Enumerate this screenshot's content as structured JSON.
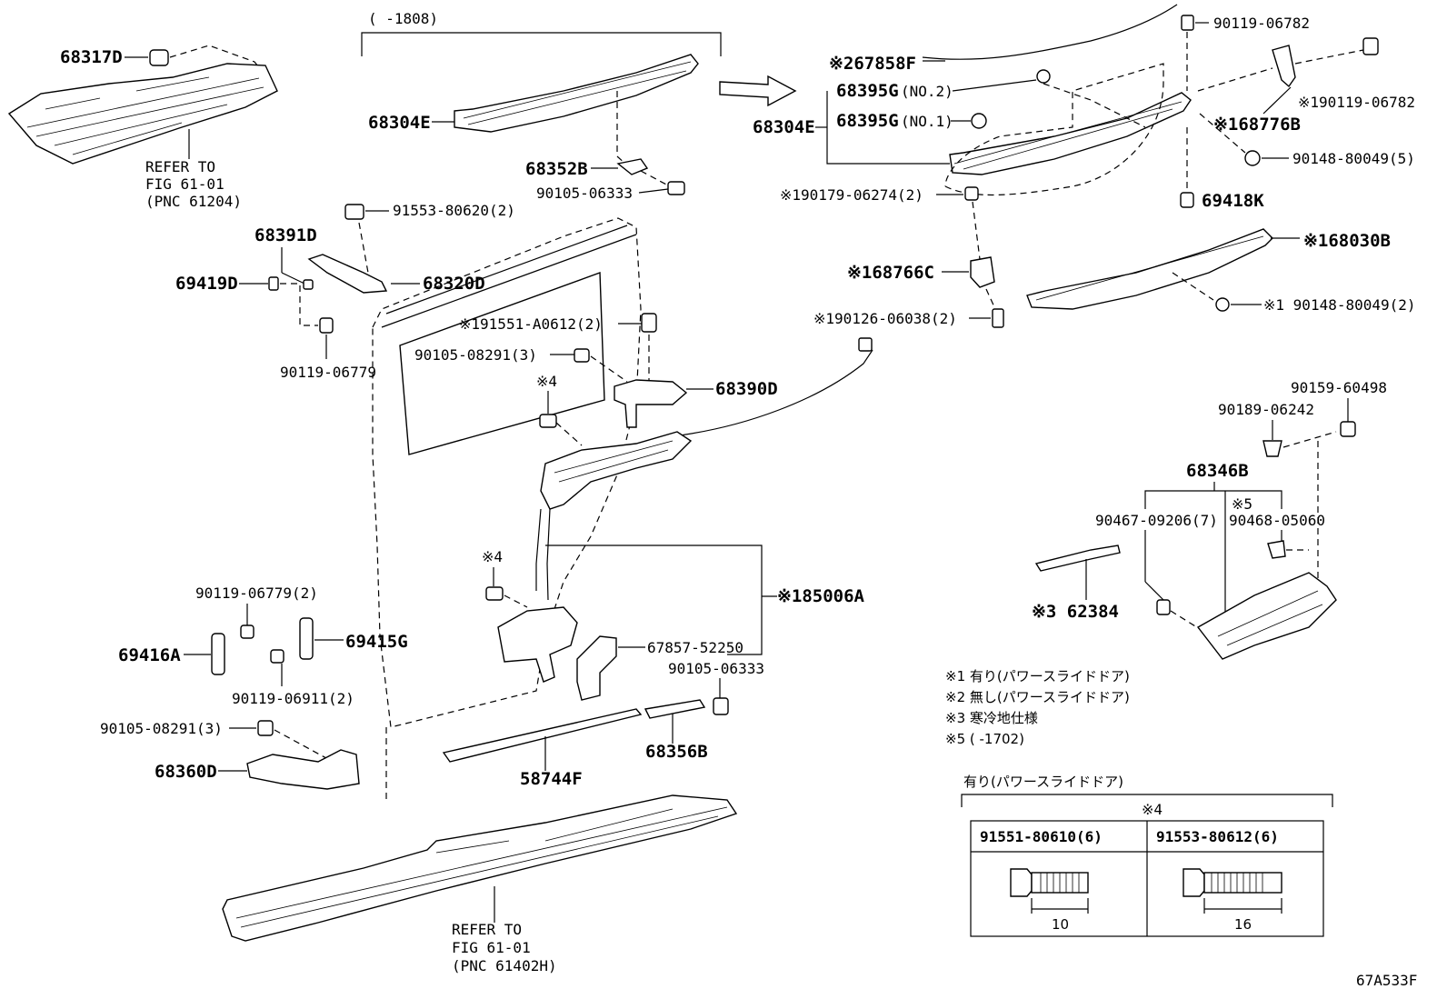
{
  "diagram_code": "67A533F",
  "date_range_top": "(      -1808)",
  "labels": {
    "p68317D": "68317D",
    "ref1_l1": "REFER TO",
    "ref1_l2": "FIG 61-01",
    "ref1_l3": "(PNC 61204)",
    "p68304E_a": "68304E",
    "p68352B": "68352B",
    "p90105_06333_a": "90105-06333",
    "p68391D": "68391D",
    "p91553_80620": "91553-80620(2)",
    "p69419D": "69419D",
    "p68320D": "68320D",
    "p90119_06779": "90119-06779",
    "p91551_A0612": "※191551-A0612(2)",
    "p90105_08291_a": "90105-08291(3)",
    "p68390D": "68390D",
    "mark4_a": "※4",
    "mark4_b": "※4",
    "p85006A": "※185006A",
    "p90119_06779_2": "90119-06779(2)",
    "p69416A": "69416A",
    "p69415G": "69415G",
    "p90119_06911": "90119-06911(2)",
    "p67857_52250": "67857-52250",
    "p90105_06333_b": "90105-06333",
    "p90105_08291_b": "90105-08291(3)",
    "p68360D": "68360D",
    "p58744F": "58744F",
    "p68356B": "68356B",
    "ref2_l1": "REFER TO",
    "ref2_l2": "FIG 61-01",
    "ref2_l3": "(PNC 61402H)",
    "p67858F": "※267858F",
    "p68395G_2": "68395G",
    "no2": "(NO.2)",
    "p68304E_b": "68304E",
    "p68395G_1": "68395G",
    "no1": "(NO.1)",
    "p90119_06782": "90119-06782",
    "p90119_06782_m": "※190119-06782",
    "p68776B": "※168776B",
    "p90148_80049_5": "90148-80049(5)",
    "p69418K": "69418K",
    "p90179_06274": "※190179-06274(2)",
    "p68766C": "※168766C",
    "p90126_06038": "※190126-06038(2)",
    "p68030B": "※168030B",
    "p90148_80049_2": "※1 90148-80049(2)",
    "p90159_60498": "90159-60498",
    "p90189_06242": "90189-06242",
    "p68346B": "68346B",
    "mark5": "※5",
    "p90467_09206": "90467-09206(7)",
    "p90468_05060": "90468-05060",
    "p62384": "※3 62384"
  },
  "notes": [
    "※1 有り(パワースライドドア)",
    "※2 無し(パワースライドドア)",
    "※3 寒冷地仕様",
    "※5 (      -1702)"
  ],
  "bolt_table": {
    "caption": "有り(パワースライドドア)",
    "mark": "※4",
    "columns": [
      {
        "part": "91551-80610(6)",
        "length": "10"
      },
      {
        "part": "91553-80612(6)",
        "length": "16"
      }
    ]
  }
}
